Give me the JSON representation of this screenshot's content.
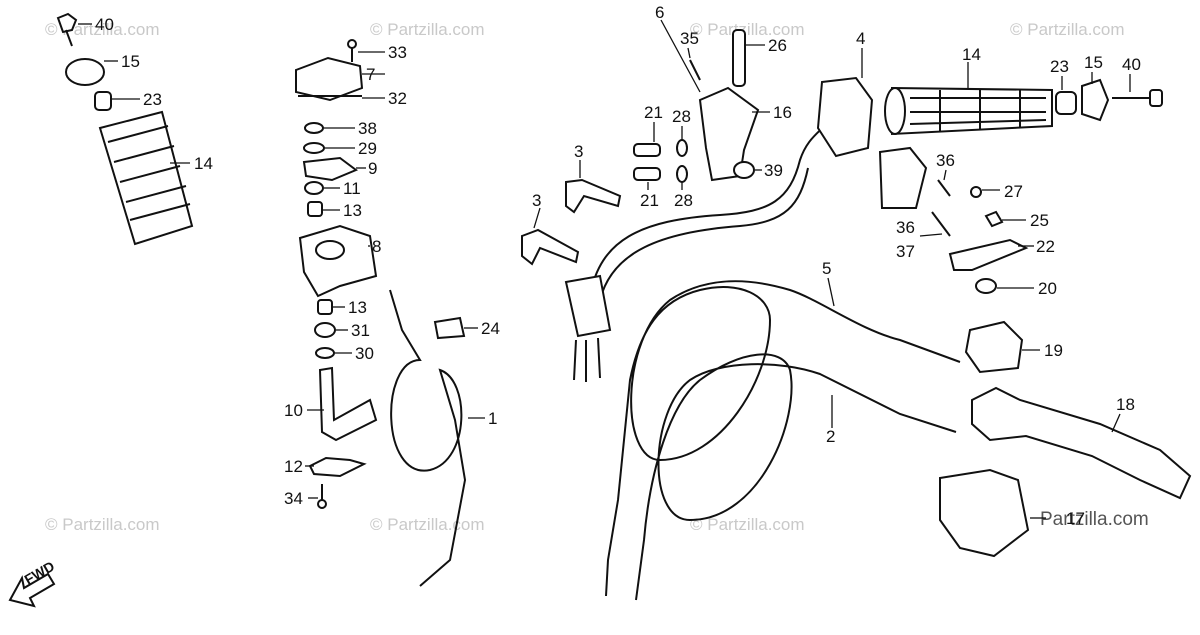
{
  "watermark": "© Partzilla.com",
  "watermark_main": "Partzilla.com",
  "fwd_label": "FWD",
  "callouts": {
    "c40a": "40",
    "c15a": "15",
    "c23a": "23",
    "c14a": "14",
    "c33": "33",
    "c7": "7",
    "c32": "32",
    "c38": "38",
    "c29": "29",
    "c9": "9",
    "c11": "11",
    "c13a": "13",
    "c8": "8",
    "c13b": "13",
    "c31": "31",
    "c30": "30",
    "c24": "24",
    "c10": "10",
    "c1": "1",
    "c12": "12",
    "c34": "34",
    "c6": "6",
    "c35": "35",
    "c26": "26",
    "c16": "16",
    "c21a": "21",
    "c28a": "28",
    "c21b": "21",
    "c28b": "28",
    "c39": "39",
    "c3a": "3",
    "c3b": "3",
    "c4": "4",
    "c14b": "14",
    "c23b": "23",
    "c15b": "15",
    "c40b": "40",
    "c36a": "36",
    "c27": "27",
    "c25": "25",
    "c36b": "36",
    "c37": "37",
    "c22": "22",
    "c20": "20",
    "c5": "5",
    "c19": "19",
    "c2": "2",
    "c18": "18",
    "c17": "17"
  }
}
